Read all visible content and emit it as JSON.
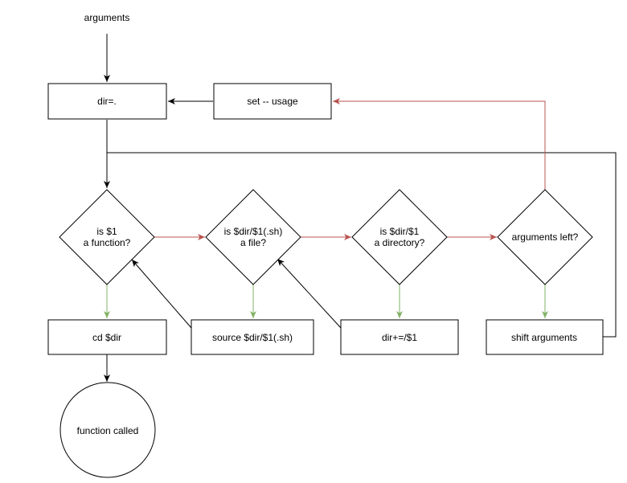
{
  "colors": {
    "black_edge": "#000000",
    "red_edge": "#b85450",
    "green_edge": "#82b366",
    "shape_fill": "#ffffff",
    "shape_stroke": "#000000"
  },
  "diagram": {
    "start_label": "arguments",
    "nodes": {
      "dir_init": [
        "dir=."
      ],
      "set_usage": [
        "set -- usage"
      ],
      "is_function": [
        "is $1",
        "a function?"
      ],
      "is_file": [
        "is $dir/$1(.sh)",
        "a file?"
      ],
      "is_directory": [
        "is $dir/$1",
        "a directory?"
      ],
      "arguments_left": [
        "arguments left?"
      ],
      "cd_dir": [
        "cd $dir"
      ],
      "source_file": [
        "source $dir/$1(.sh)"
      ],
      "dir_append": [
        "dir+=/$1"
      ],
      "shift_arguments": [
        "shift arguments"
      ],
      "function_called": [
        "function called"
      ]
    }
  }
}
